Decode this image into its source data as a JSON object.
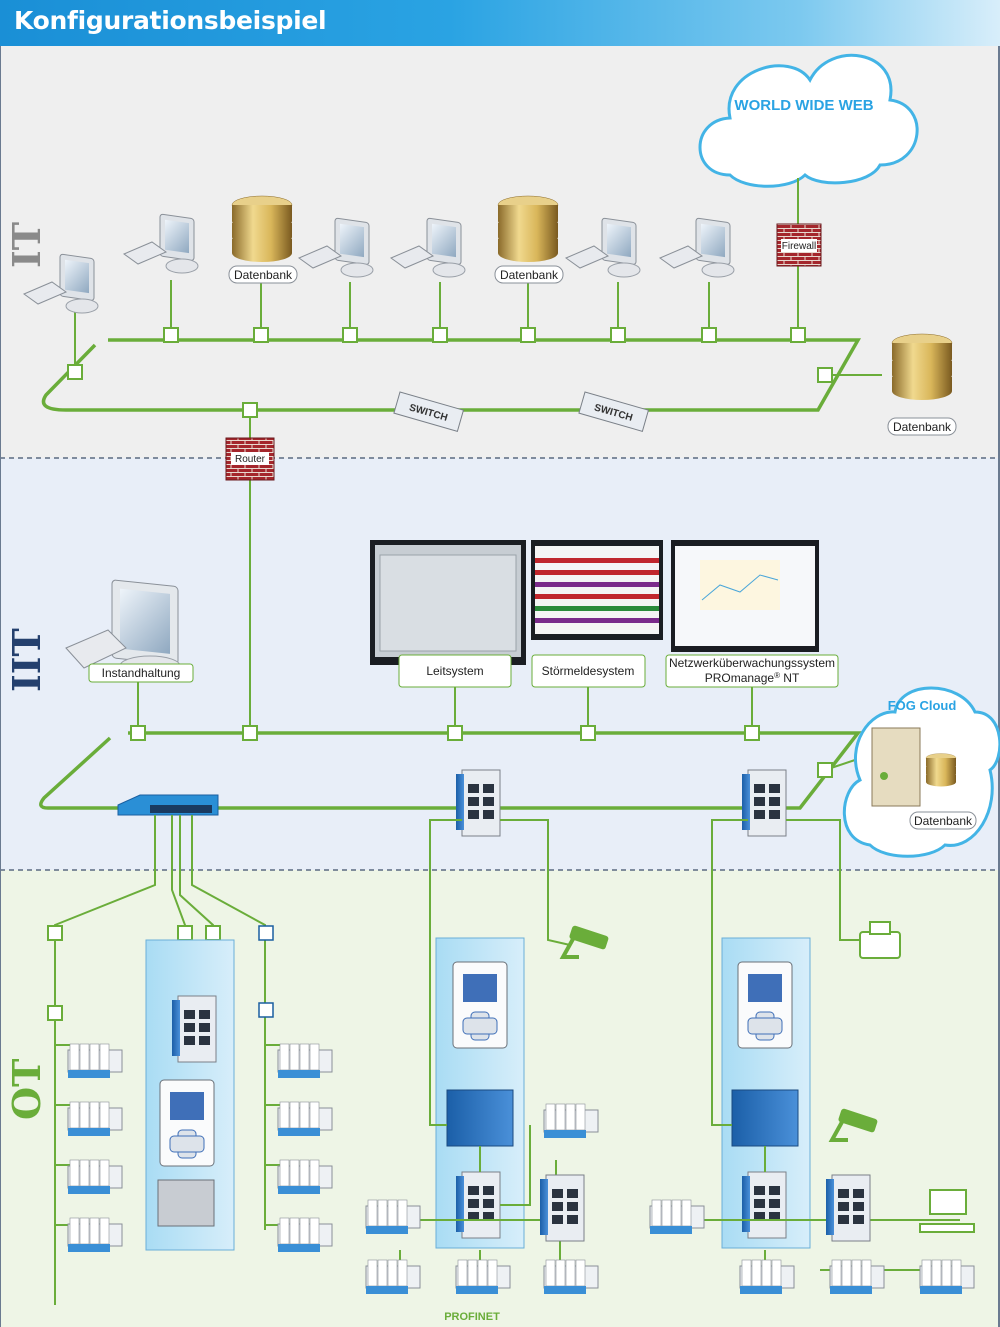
{
  "title": "Konfigurationsbeispiel",
  "zones": {
    "it": "IT",
    "iit": "IIT",
    "ot": "OT"
  },
  "cloud": "WORLD WIDE WEB",
  "fog_cloud": "FOG Cloud",
  "labels": {
    "db1": "Datenbank",
    "db2": "Datenbank",
    "db3": "Datenbank",
    "db4": "Datenbank",
    "firewall": "Firewall",
    "router": "Router",
    "switch1": "SWITCH",
    "switch2": "SWITCH",
    "instandhaltung": "Instandhaltung",
    "leitsystem": "Leitsystem",
    "stoermelde": "Störmeldesystem",
    "netzwerk_line1": "Netzwerküberwachungssystem",
    "netzwerk_line2": "PROmanage",
    "netzwerk_sup": "®",
    "netzwerk_nt": " NT",
    "profinet": "PROFINET"
  },
  "colors": {
    "accent": "#1a8fd6",
    "line": "#6aad3a",
    "it_bg": "#efefef",
    "iit_bg": "#e8eef8",
    "ot_bg": "#eef5e6",
    "zone_it": "#8a8a8a",
    "zone_iit": "#24406e",
    "zone_ot": "#6aad3a"
  }
}
